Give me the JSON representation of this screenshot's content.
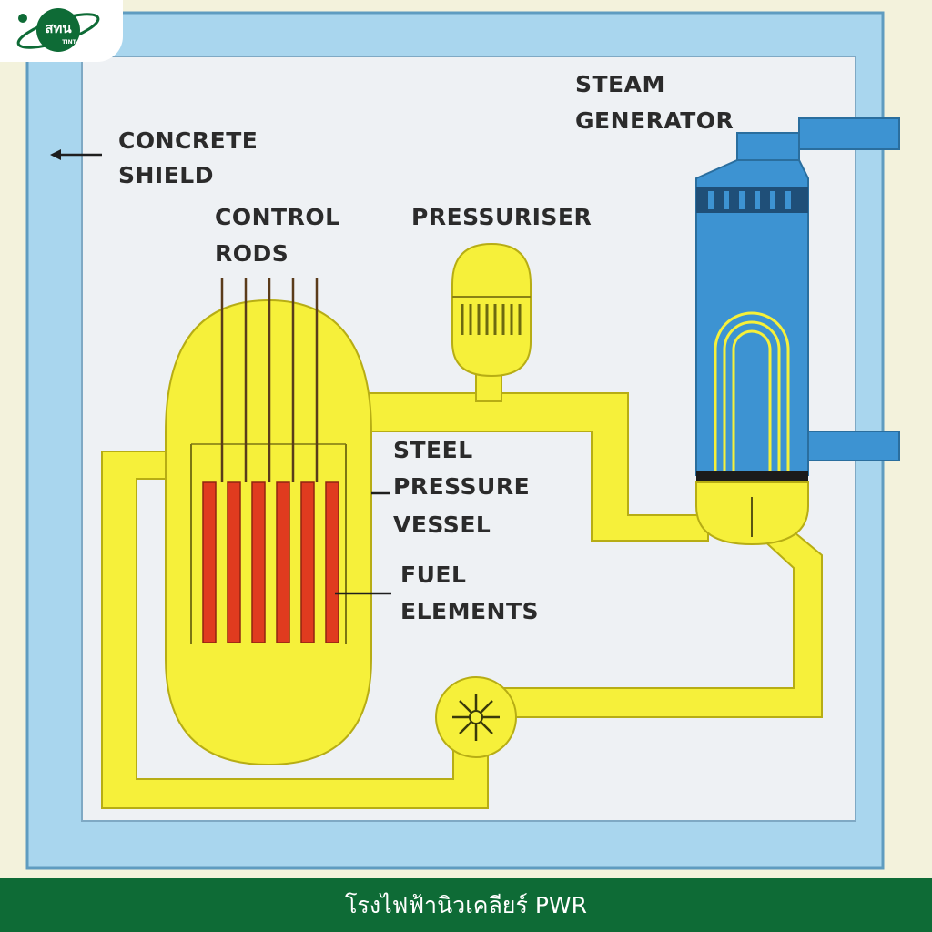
{
  "brand": {
    "logo_text": "สทน",
    "logo_sub": "TINT",
    "logo_color": "#0e6b36"
  },
  "labels": {
    "concrete_shield_1": "CONCRETE",
    "concrete_shield_2": "SHIELD",
    "control_rods_1": "CONTROL",
    "control_rods_2": "RODS",
    "pressuriser": "PRESSURISER",
    "steam_generator_1": "STEAM",
    "steam_generator_2": "GENERATOR",
    "steel_pressure_vessel_1": "STEEL",
    "steel_pressure_vessel_2": "PRESSURE",
    "steel_pressure_vessel_3": "VESSEL",
    "fuel_elements_1": "FUEL",
    "fuel_elements_2": "ELEMENTS"
  },
  "colors": {
    "concrete": "#a9d6ee",
    "interior": "#eef1f4",
    "coolant": "#f6f03a",
    "fuel": "#e03b1f",
    "steam_generator": "#3d93d2"
  },
  "footer": {
    "caption": "โรงไฟฟ้านิวเคลียร์ PWR"
  }
}
